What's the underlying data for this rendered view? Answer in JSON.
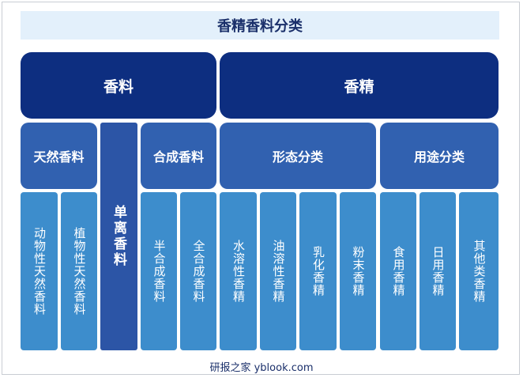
{
  "title": "香精香料分类",
  "top": {
    "left": "香料",
    "right": "香精"
  },
  "middle": {
    "natural": "天然香料",
    "single": "单离香料",
    "synthetic": "合成香料",
    "form": "形态分类",
    "usage": "用途分类"
  },
  "leaves": {
    "animal_plant": "动物性天然香料",
    "plant": "植物性天然香料",
    "semi_synthetic": "半合成香料",
    "full_synthetic": "全合成香料",
    "water_soluble": "水溶性香精",
    "oil_soluble": "油溶性香精",
    "emulsified": "乳化香精",
    "powder": "粉末香精",
    "food": "食用香精",
    "daily": "日用香精",
    "other": "其他类香精"
  },
  "footer": "研报之家 yblook.com",
  "colors": {
    "level1": "#0d2e80",
    "level2": "#3161b0",
    "level3": "#3d8dcc",
    "title_bg": "#e3f0fb"
  }
}
